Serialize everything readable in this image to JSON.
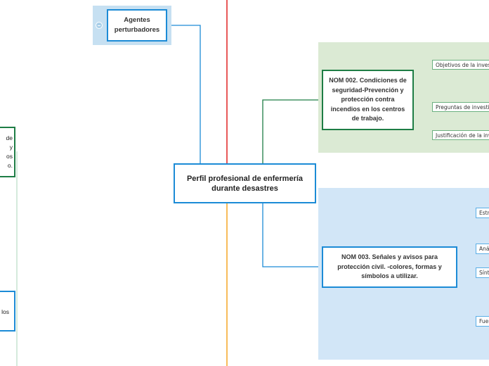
{
  "central": {
    "label": "Perfil profesional de enfermería durante desastres"
  },
  "nodes": {
    "agentes": {
      "label": "Agentes perturbadores",
      "collapse_icon": "minus-circle-icon"
    },
    "nom002": {
      "label": "NOM 002. Condiciones de seguridad-Prevención y protección contra incendios en los centros de trabajo.",
      "children": [
        {
          "label": "Objetivos de la investigación"
        },
        {
          "label": "Preguntas de investigación"
        },
        {
          "label": "Justificación de la investigación"
        }
      ]
    },
    "nom003": {
      "label": "NOM 003. Señales y avisos para protección civil. -colores, formas y símbolos a utilizar.",
      "children": [
        {
          "label": "Estrategias"
        },
        {
          "label": "Análisis"
        },
        {
          "label": "Síntesis"
        },
        {
          "label": "Fuentes"
        }
      ]
    },
    "left_cut": {
      "upper_lines": [
        "de",
        "y",
        "os",
        "o."
      ],
      "lower_lines": [
        "los"
      ]
    }
  },
  "colors": {
    "blue": "#1c8bd6",
    "green": "#1e7d45",
    "red": "#e02020",
    "orange": "#f5a623",
    "green_bg": "#dbead4",
    "blue_bg": "#d2e6f7",
    "agentes_bg": "#c6e0f2"
  }
}
